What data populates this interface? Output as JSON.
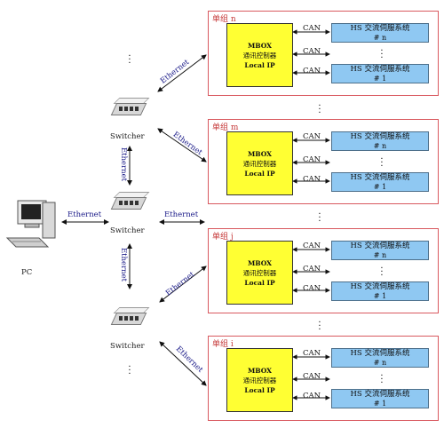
{
  "units": [
    {
      "label": "单组 n",
      "mbox": [
        "MBOX",
        "通讯控制器",
        "Local IP"
      ],
      "can": [
        "CAN",
        "CAN",
        "CAN"
      ],
      "servo_top": [
        "HS 交流伺服系统",
        "# n"
      ],
      "servo_bottom": [
        "HS 交流伺服系统",
        "# 1"
      ]
    },
    {
      "label": "单组 m",
      "mbox": [
        "MBOX",
        "通讯控制器",
        "Local IP"
      ],
      "can": [
        "CAN",
        "CAN",
        "CAN"
      ],
      "servo_top": [
        "HS 交流伺服系统",
        "# n"
      ],
      "servo_bottom": [
        "HS 交流伺服系统",
        "# 1"
      ]
    },
    {
      "label": "单组 j",
      "mbox": [
        "MBOX",
        "通讯控制器",
        "Local IP"
      ],
      "can": [
        "CAN",
        "CAN",
        "CAN"
      ],
      "servo_top": [
        "HS 交流伺服系统",
        "# n"
      ],
      "servo_bottom": [
        "HS 交流伺服系统",
        "# 1"
      ]
    },
    {
      "label": "单组 i",
      "mbox": [
        "MBOX",
        "通讯控制器",
        "Local IP"
      ],
      "can": [
        "CAN",
        "CAN",
        "CAN"
      ],
      "servo_top": [
        "HS 交流伺服系统",
        "# n"
      ],
      "servo_bottom": [
        "HS 交流伺服系统",
        "# 1"
      ]
    }
  ],
  "switches": [
    "Switcher",
    "Switcher",
    "Switcher"
  ],
  "pc_label": "PC",
  "links": {
    "ethernet": "Ethernet"
  },
  "icons": [
    "pc-icon",
    "switch-icon"
  ],
  "colors": {
    "unit_border": "#d9595f",
    "mbox_fill": "#ffff33",
    "servo_fill": "#8fc8f2",
    "label_red": "#c63a3a",
    "link_blue": "#1a1a88"
  }
}
